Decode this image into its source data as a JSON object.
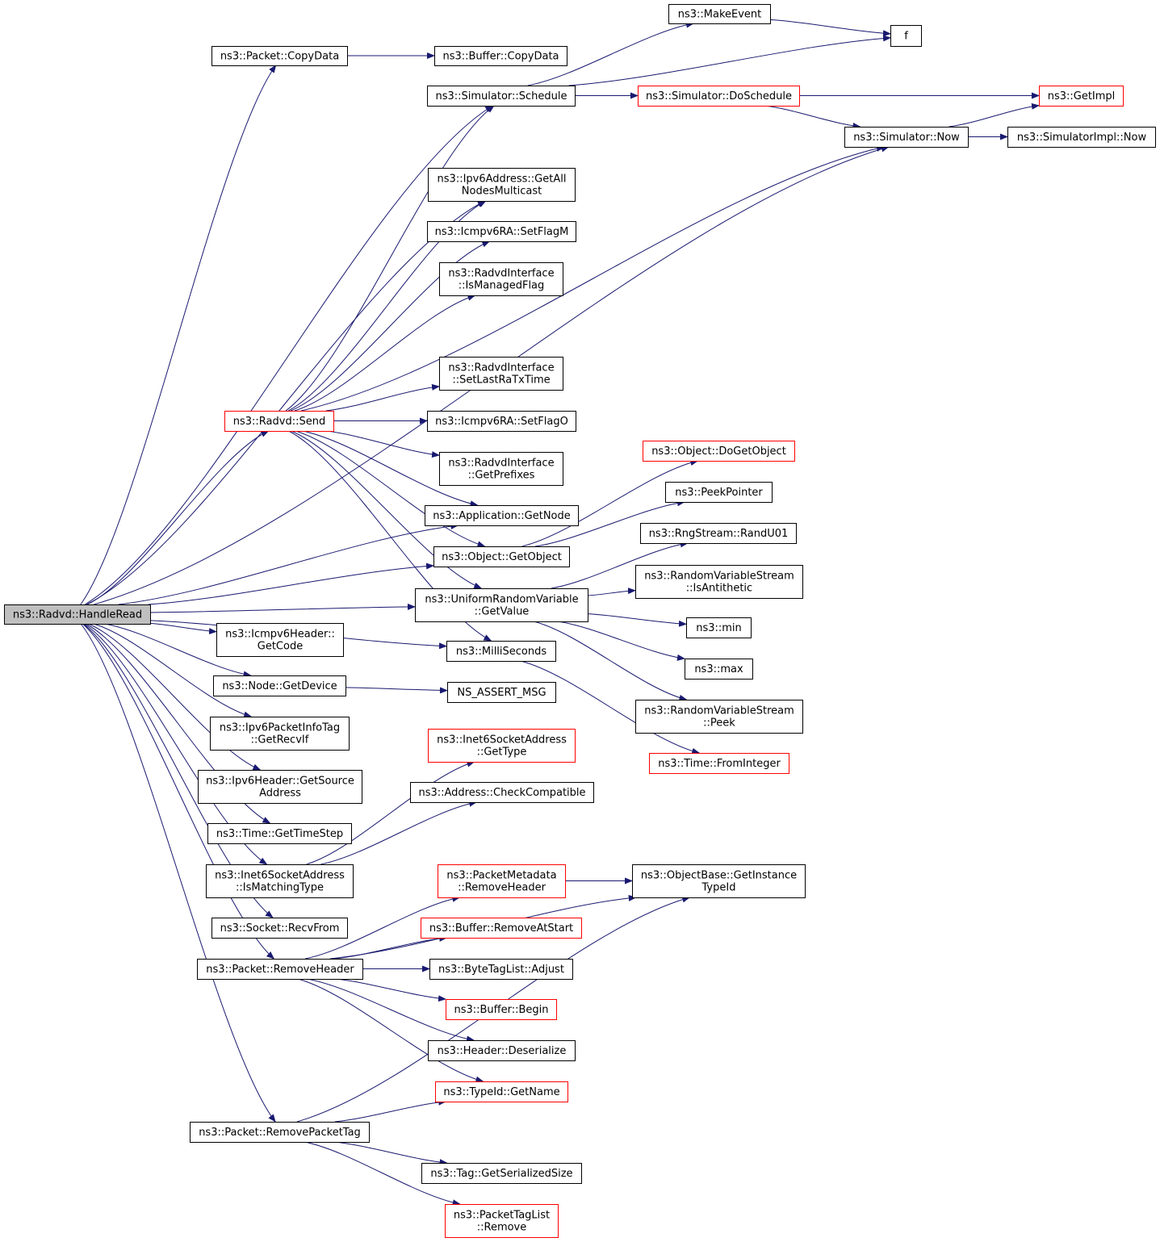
{
  "colors": {
    "edge": "#191970",
    "border_normal": "#000000",
    "border_truncated": "#ff0000",
    "root_fill": "#bfbfbf",
    "node_fill": "#ffffff"
  },
  "nodes": {
    "handle_read": {
      "lines": [
        "ns3::Radvd::HandleRead"
      ],
      "kind": "root"
    },
    "packet_copydata": {
      "lines": [
        "ns3::Packet::CopyData"
      ],
      "kind": "normal"
    },
    "buffer_copydata": {
      "lines": [
        "ns3::Buffer::CopyData"
      ],
      "kind": "normal"
    },
    "makeevent": {
      "lines": [
        "ns3::MakeEvent"
      ],
      "kind": "normal"
    },
    "f": {
      "lines": [
        "f"
      ],
      "kind": "normal"
    },
    "sim_schedule": {
      "lines": [
        "ns3::Simulator::Schedule"
      ],
      "kind": "normal"
    },
    "sim_doschedule": {
      "lines": [
        "ns3::Simulator::DoSchedule"
      ],
      "kind": "truncated"
    },
    "getimpl": {
      "lines": [
        "ns3::GetImpl"
      ],
      "kind": "truncated"
    },
    "sim_now": {
      "lines": [
        "ns3::Simulator::Now"
      ],
      "kind": "normal"
    },
    "simimpl_now": {
      "lines": [
        "ns3::SimulatorImpl::Now"
      ],
      "kind": "normal"
    },
    "ipv6_allnodes": {
      "lines": [
        "ns3::Ipv6Address::GetAll",
        "NodesMulticast"
      ],
      "kind": "normal"
    },
    "icmp_setflagm": {
      "lines": [
        "ns3::Icmpv6RA::SetFlagM"
      ],
      "kind": "normal"
    },
    "radvdif_ismanaged": {
      "lines": [
        "ns3::RadvdInterface",
        "::IsManagedFlag"
      ],
      "kind": "normal"
    },
    "radvdif_setlastra": {
      "lines": [
        "ns3::RadvdInterface",
        "::SetLastRaTxTime"
      ],
      "kind": "normal"
    },
    "radvd_send": {
      "lines": [
        "ns3::Radvd::Send"
      ],
      "kind": "truncated"
    },
    "icmp_setflago": {
      "lines": [
        "ns3::Icmpv6RA::SetFlagO"
      ],
      "kind": "normal"
    },
    "object_dogetobject": {
      "lines": [
        "ns3::Object::DoGetObject"
      ],
      "kind": "truncated"
    },
    "radvdif_getprefixes": {
      "lines": [
        "ns3::RadvdInterface",
        "::GetPrefixes"
      ],
      "kind": "normal"
    },
    "peekpointer": {
      "lines": [
        "ns3::PeekPointer"
      ],
      "kind": "normal"
    },
    "app_getnode": {
      "lines": [
        "ns3::Application::GetNode"
      ],
      "kind": "normal"
    },
    "randu01": {
      "lines": [
        "ns3::RngStream::RandU01"
      ],
      "kind": "normal"
    },
    "object_getobject": {
      "lines": [
        "ns3::Object::GetObject"
      ],
      "kind": "normal"
    },
    "rvs_isantithetic": {
      "lines": [
        "ns3::RandomVariableStream",
        "::IsAntithetic"
      ],
      "kind": "normal"
    },
    "urv_getvalue": {
      "lines": [
        "ns3::UniformRandomVariable",
        "::GetValue"
      ],
      "kind": "normal"
    },
    "min": {
      "lines": [
        "ns3::min"
      ],
      "kind": "normal"
    },
    "icmpheader_getcode": {
      "lines": [
        "ns3::Icmpv6Header::",
        "GetCode"
      ],
      "kind": "normal"
    },
    "milliseconds": {
      "lines": [
        "ns3::MilliSeconds"
      ],
      "kind": "normal"
    },
    "max": {
      "lines": [
        "ns3::max"
      ],
      "kind": "normal"
    },
    "node_getdevice": {
      "lines": [
        "ns3::Node::GetDevice"
      ],
      "kind": "normal"
    },
    "ns_assert_msg": {
      "lines": [
        "NS_ASSERT_MSG"
      ],
      "kind": "normal"
    },
    "rvs_peek": {
      "lines": [
        "ns3::RandomVariableStream",
        "::Peek"
      ],
      "kind": "normal"
    },
    "ipv6pktinfo_getrecvif": {
      "lines": [
        "ns3::Ipv6PacketInfoTag",
        "::GetRecvIf"
      ],
      "kind": "normal"
    },
    "inet6_gettype": {
      "lines": [
        "ns3::Inet6SocketAddress",
        "::GetType"
      ],
      "kind": "truncated"
    },
    "time_frominteger": {
      "lines": [
        "ns3::Time::FromInteger"
      ],
      "kind": "truncated"
    },
    "ipv6header_getsource": {
      "lines": [
        "ns3::Ipv6Header::GetSource",
        "Address"
      ],
      "kind": "normal"
    },
    "address_checkcompatible": {
      "lines": [
        "ns3::Address::CheckCompatible"
      ],
      "kind": "normal"
    },
    "time_gettimestep": {
      "lines": [
        "ns3::Time::GetTimeStep"
      ],
      "kind": "normal"
    },
    "inet6_ismatchingtype": {
      "lines": [
        "ns3::Inet6SocketAddress",
        "::IsMatchingType"
      ],
      "kind": "normal"
    },
    "pktmeta_removeheader": {
      "lines": [
        "ns3::PacketMetadata",
        "::RemoveHeader"
      ],
      "kind": "truncated"
    },
    "objectbase_getinstancetypeid": {
      "lines": [
        "ns3::ObjectBase::GetInstance",
        "TypeId"
      ],
      "kind": "normal"
    },
    "socket_recvfrom": {
      "lines": [
        "ns3::Socket::RecvFrom"
      ],
      "kind": "normal"
    },
    "buffer_removeatstart": {
      "lines": [
        "ns3::Buffer::RemoveAtStart"
      ],
      "kind": "truncated"
    },
    "packet_removeheader": {
      "lines": [
        "ns3::Packet::RemoveHeader"
      ],
      "kind": "normal"
    },
    "bytetaglist_adjust": {
      "lines": [
        "ns3::ByteTagList::Adjust"
      ],
      "kind": "normal"
    },
    "buffer_begin": {
      "lines": [
        "ns3::Buffer::Begin"
      ],
      "kind": "truncated"
    },
    "header_deserialize": {
      "lines": [
        "ns3::Header::Deserialize"
      ],
      "kind": "normal"
    },
    "typeid_getname": {
      "lines": [
        "ns3::TypeId::GetName"
      ],
      "kind": "truncated"
    },
    "packet_removepackettag": {
      "lines": [
        "ns3::Packet::RemovePacketTag"
      ],
      "kind": "normal"
    },
    "tag_getserializedsize": {
      "lines": [
        "ns3::Tag::GetSerializedSize"
      ],
      "kind": "normal"
    },
    "packettaglist_remove": {
      "lines": [
        "ns3::PacketTagList",
        "::Remove"
      ],
      "kind": "truncated"
    }
  },
  "edges": [
    [
      "handle_read",
      "packet_copydata"
    ],
    [
      "handle_read",
      "sim_schedule"
    ],
    [
      "handle_read",
      "sim_now"
    ],
    [
      "handle_read",
      "ipv6_allnodes"
    ],
    [
      "handle_read",
      "radvd_send"
    ],
    [
      "handle_read",
      "app_getnode"
    ],
    [
      "handle_read",
      "object_getobject"
    ],
    [
      "handle_read",
      "urv_getvalue"
    ],
    [
      "handle_read",
      "milliseconds"
    ],
    [
      "handle_read",
      "icmpheader_getcode"
    ],
    [
      "handle_read",
      "node_getdevice"
    ],
    [
      "handle_read",
      "ipv6pktinfo_getrecvif"
    ],
    [
      "handle_read",
      "ipv6header_getsource"
    ],
    [
      "handle_read",
      "time_gettimestep"
    ],
    [
      "handle_read",
      "inet6_ismatchingtype"
    ],
    [
      "handle_read",
      "socket_recvfrom"
    ],
    [
      "handle_read",
      "packet_removeheader"
    ],
    [
      "handle_read",
      "packet_removepackettag"
    ],
    [
      "packet_copydata",
      "buffer_copydata"
    ],
    [
      "sim_schedule",
      "makeevent"
    ],
    [
      "sim_schedule",
      "f"
    ],
    [
      "sim_schedule",
      "sim_doschedule"
    ],
    [
      "makeevent",
      "f"
    ],
    [
      "sim_doschedule",
      "getimpl"
    ],
    [
      "sim_doschedule",
      "sim_now"
    ],
    [
      "sim_now",
      "getimpl"
    ],
    [
      "sim_now",
      "simimpl_now"
    ],
    [
      "radvd_send",
      "sim_schedule"
    ],
    [
      "radvd_send",
      "ipv6_allnodes"
    ],
    [
      "radvd_send",
      "icmp_setflagm"
    ],
    [
      "radvd_send",
      "radvdif_ismanaged"
    ],
    [
      "radvd_send",
      "sim_now"
    ],
    [
      "radvd_send",
      "radvdif_setlastra"
    ],
    [
      "radvd_send",
      "icmp_setflago"
    ],
    [
      "radvd_send",
      "radvdif_getprefixes"
    ],
    [
      "radvd_send",
      "app_getnode"
    ],
    [
      "radvd_send",
      "object_getobject"
    ],
    [
      "radvd_send",
      "urv_getvalue"
    ],
    [
      "radvd_send",
      "milliseconds"
    ],
    [
      "object_getobject",
      "object_dogetobject"
    ],
    [
      "object_getobject",
      "peekpointer"
    ],
    [
      "urv_getvalue",
      "randu01"
    ],
    [
      "urv_getvalue",
      "rvs_isantithetic"
    ],
    [
      "urv_getvalue",
      "min"
    ],
    [
      "urv_getvalue",
      "max"
    ],
    [
      "urv_getvalue",
      "rvs_peek"
    ],
    [
      "milliseconds",
      "time_frominteger"
    ],
    [
      "node_getdevice",
      "ns_assert_msg"
    ],
    [
      "inet6_ismatchingtype",
      "inet6_gettype"
    ],
    [
      "inet6_ismatchingtype",
      "address_checkcompatible"
    ],
    [
      "packet_removeheader",
      "objectbase_getinstancetypeid"
    ],
    [
      "packet_removeheader",
      "pktmeta_removeheader"
    ],
    [
      "packet_removeheader",
      "buffer_removeatstart"
    ],
    [
      "packet_removeheader",
      "bytetaglist_adjust"
    ],
    [
      "packet_removeheader",
      "buffer_begin"
    ],
    [
      "packet_removeheader",
      "header_deserialize"
    ],
    [
      "packet_removeheader",
      "typeid_getname"
    ],
    [
      "pktmeta_removeheader",
      "objectbase_getinstancetypeid"
    ],
    [
      "packet_removepackettag",
      "typeid_getname"
    ],
    [
      "packet_removepackettag",
      "objectbase_getinstancetypeid"
    ],
    [
      "packet_removepackettag",
      "tag_getserializedsize"
    ],
    [
      "packet_removepackettag",
      "packettaglist_remove"
    ]
  ]
}
